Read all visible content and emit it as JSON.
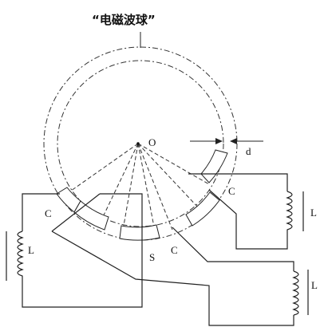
{
  "diagram": {
    "title": "“电磁波球”",
    "labels": {
      "origin": "O",
      "gap": "d",
      "capacitor_left": "C",
      "capacitor_right": "C",
      "capacitor_bottom": "C",
      "segment": "S",
      "inductor_left": "L",
      "inductor_right_top": "L",
      "inductor_right_bottom": "L"
    }
  }
}
